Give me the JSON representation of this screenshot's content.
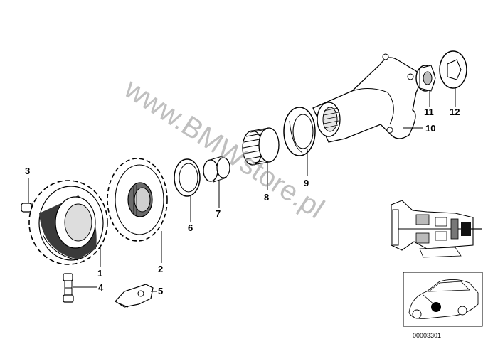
{
  "diagram": {
    "watermark": "www.BMWstore.pl",
    "drawing_code": "00003301",
    "callouts": {
      "p1": "1",
      "p2": "2",
      "p3": "3",
      "p4": "4",
      "p5": "5",
      "p6": "6",
      "p7": "7",
      "p8": "8",
      "p9": "9",
      "p10": "10",
      "p11": "11",
      "p12": "12"
    }
  }
}
